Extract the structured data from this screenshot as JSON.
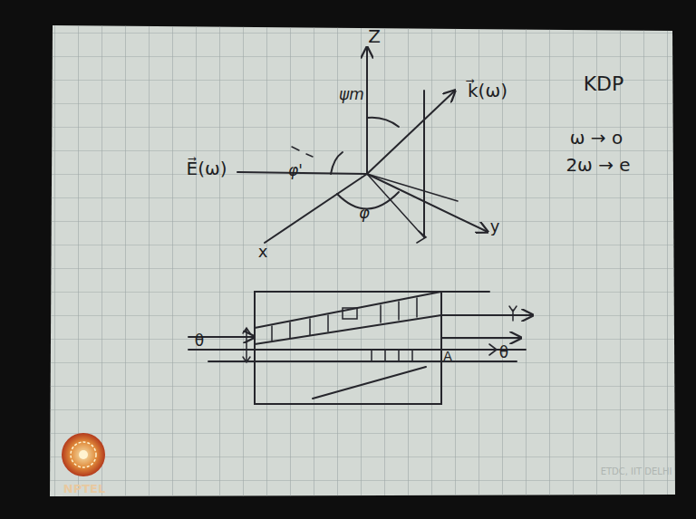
{
  "diagram": {
    "labels": [
      "Z",
      "ψm",
      "k⃗(ω)",
      "φ'",
      "E⃗(ω)",
      "φ",
      "x",
      "y",
      "KDP",
      "ω → o",
      "2ω → e",
      "θ",
      "A",
      "θ",
      "NPTEL",
      "ETDC, IIT DELHI"
    ]
  }
}
